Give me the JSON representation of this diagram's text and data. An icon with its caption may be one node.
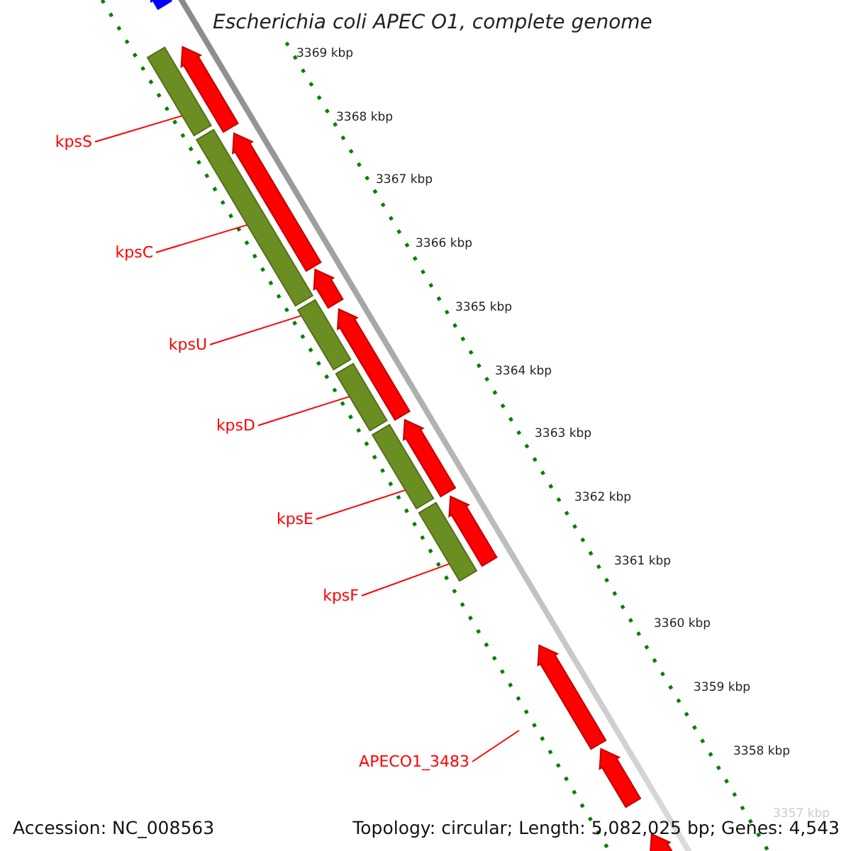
{
  "diagram": {
    "title": "Escherichia coli APEC O1, complete genome",
    "nodes": [
      {
        "text": [],
        "shape": "bar"
      },
      {
        "text": [],
        "shape": "bar"
      },
      {
        "text": [],
        "shape": "bar"
      },
      {
        "text": [],
        "shape": "bar"
      },
      {
        "text": [],
        "shape": "bar"
      },
      {
        "text": [],
        "shape": "bar"
      },
      {
        "text": [
          "kpsS"
        ]
      },
      {
        "text": [
          "kpsC"
        ]
      },
      {
        "text": [
          "kpsU"
        ]
      },
      {
        "text": [
          "kpsD"
        ]
      },
      {
        "text": [
          "kpsE"
        ]
      },
      {
        "text": [
          "kpsF"
        ]
      },
      {
        "text": [
          "APECO1_3483"
        ]
      }
    ],
    "edges": [
      {
        "from": 6,
        "to": 0,
        "arrow": "none"
      },
      {
        "from": 7,
        "to": 1,
        "arrow": "none"
      },
      {
        "from": 8,
        "to": 2,
        "arrow": "none"
      },
      {
        "from": 9,
        "to": 3,
        "arrow": "none"
      },
      {
        "from": 10,
        "to": 4,
        "arrow": "none"
      },
      {
        "from": 11,
        "to": 5,
        "arrow": "none"
      },
      {
        "from": 12,
        "to": null,
        "arrow": "none"
      }
    ],
    "labels": [
      "3369 kbp",
      "3368 kbp",
      "3367 kbp",
      "3366 kbp",
      "3365 kbp",
      "3364 kbp",
      "3363 kbp",
      "3362 kbp",
      "3361 kbp",
      "3360 kbp",
      "3359 kbp",
      "3358 kbp",
      "3357 kbp",
      "Accession: NC_008563",
      "Topology: circular; Length: 5,082,025 bp; Genes: 4,543"
    ]
  }
}
